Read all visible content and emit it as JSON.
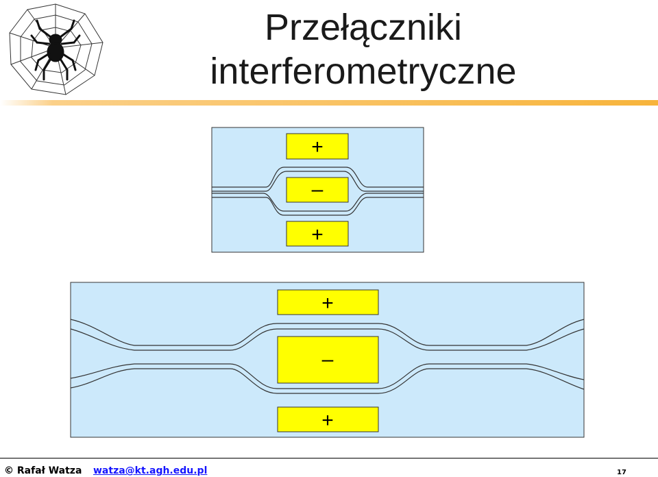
{
  "slide": {
    "title_line1": "Przełączniki",
    "title_line2": "interferometryczne"
  },
  "diagram_top": {
    "electrode_labels": [
      "+",
      "–",
      "+"
    ]
  },
  "diagram_bottom": {
    "electrode_labels": [
      "+",
      "–",
      "+"
    ]
  },
  "footer": {
    "author": "© Rafał Watza",
    "email": "watza@kt.agh.edu.pl",
    "page_number": "17"
  },
  "colors": {
    "substrate": "#cce9fb",
    "electrode": "#ffff00",
    "accent_bar_start": "#ffffff",
    "accent_bar_end": "#f7b43b",
    "link": "#1414ff"
  },
  "icons": {
    "logo": "spider-web-icon"
  }
}
